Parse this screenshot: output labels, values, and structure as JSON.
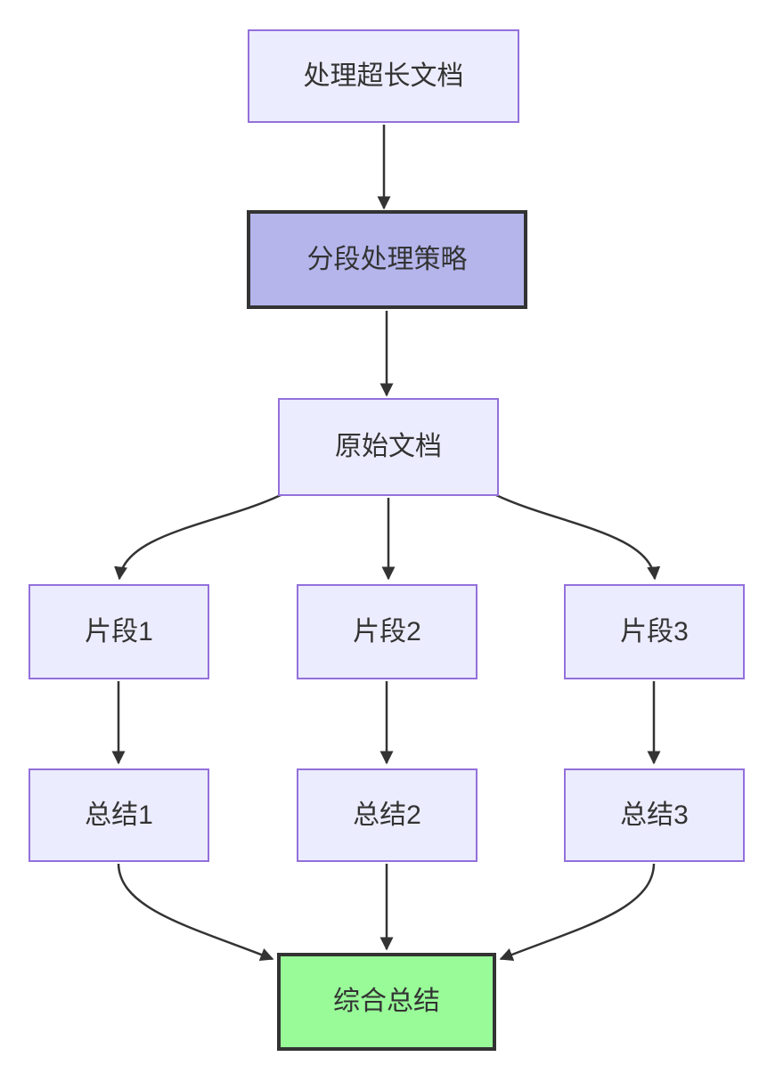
{
  "diagram": {
    "type": "flowchart",
    "direction": "top-down",
    "background": "#FFFFFF",
    "colors": {
      "default_node_fill": "#ECECFF",
      "default_node_border": "#9370DB",
      "strategy_node_fill": "#B5B5EC",
      "final_node_fill": "#98FB98",
      "emphasis_border": "#333333",
      "edge_color": "#333333",
      "text_color": "#333333"
    },
    "nodes": [
      {
        "id": "A",
        "label": "处理超长文档",
        "style": "default"
      },
      {
        "id": "B",
        "label": "分段处理策略",
        "style": "emphasis-purple"
      },
      {
        "id": "C",
        "label": "原始文档",
        "style": "default"
      },
      {
        "id": "D",
        "label": "片段1",
        "style": "default"
      },
      {
        "id": "E",
        "label": "片段2",
        "style": "default"
      },
      {
        "id": "F",
        "label": "片段3",
        "style": "default"
      },
      {
        "id": "G",
        "label": "总结1",
        "style": "default"
      },
      {
        "id": "H",
        "label": "总结2",
        "style": "default"
      },
      {
        "id": "I",
        "label": "总结3",
        "style": "default"
      },
      {
        "id": "J",
        "label": "综合总结",
        "style": "emphasis-green"
      }
    ],
    "edges": [
      {
        "from": "处理超长文档",
        "to": "分段处理策略"
      },
      {
        "from": "分段处理策略",
        "to": "原始文档"
      },
      {
        "from": "原始文档",
        "to": "片段1"
      },
      {
        "from": "原始文档",
        "to": "片段2"
      },
      {
        "from": "原始文档",
        "to": "片段3"
      },
      {
        "from": "片段1",
        "to": "总结1"
      },
      {
        "from": "片段2",
        "to": "总结2"
      },
      {
        "from": "片段3",
        "to": "总结3"
      },
      {
        "from": "总结1",
        "to": "综合总结"
      },
      {
        "from": "总结2",
        "to": "综合总结"
      },
      {
        "from": "总结3",
        "to": "综合总结"
      }
    ]
  }
}
